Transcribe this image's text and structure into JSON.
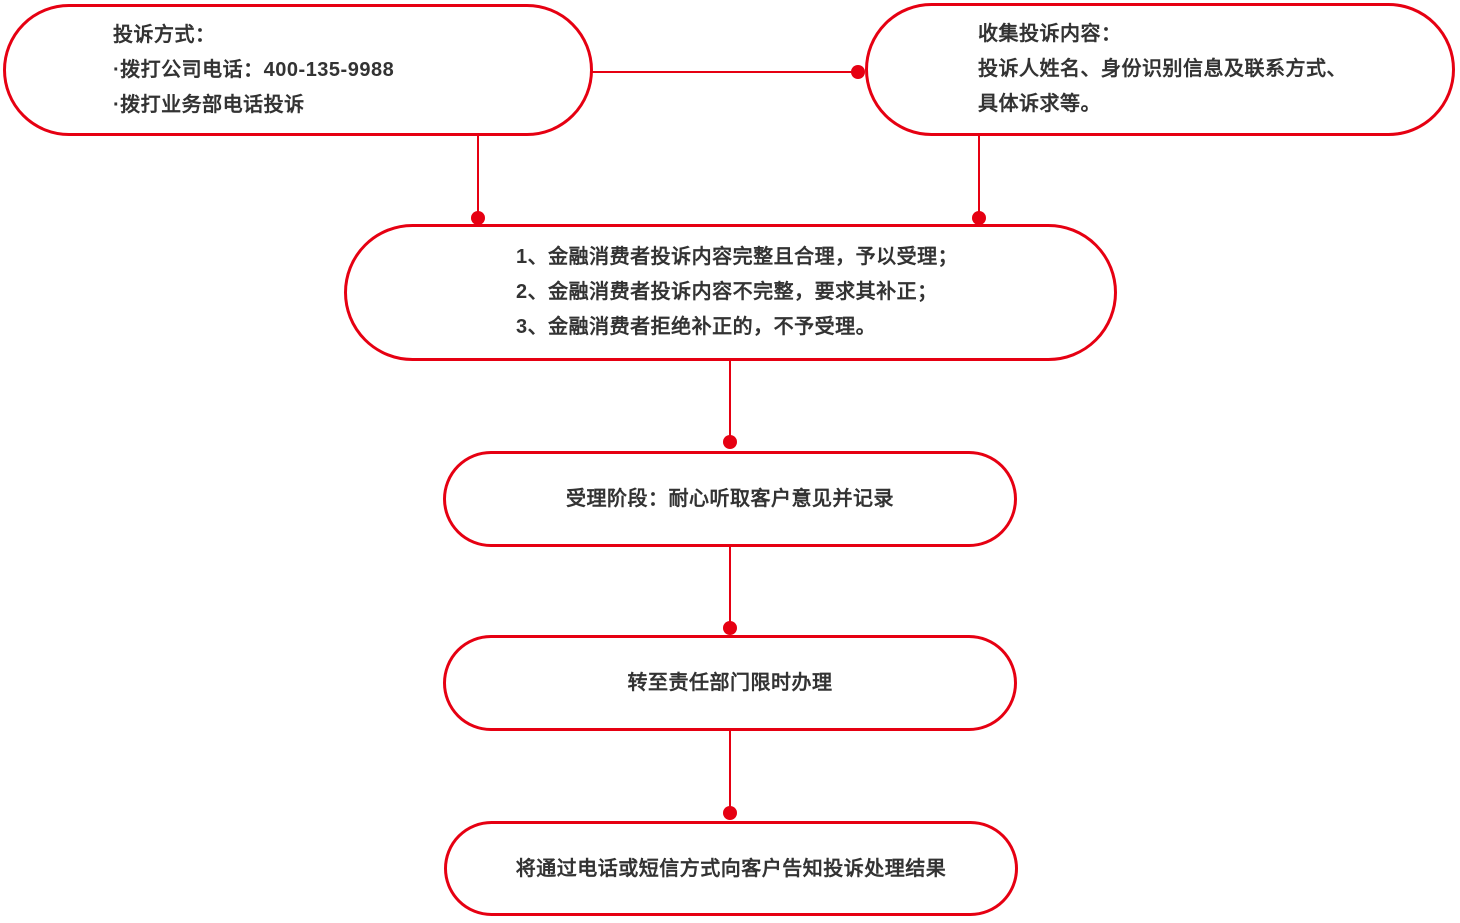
{
  "colors": {
    "accent_red": "#e60012",
    "text": "#333333",
    "background": "#ffffff"
  },
  "flowchart": {
    "nodes": {
      "complaint_methods": {
        "lines": [
          "投诉方式：",
          "·拨打公司电话：400-135-9988",
          "·拨打业务部电话投诉"
        ]
      },
      "collect_content": {
        "lines": [
          "收集投诉内容：",
          "投诉人姓名、身份识别信息及联系方式、",
          "具体诉求等。"
        ]
      },
      "acceptance_rules": {
        "lines": [
          "1、金融消费者投诉内容完整且合理，予以受理；",
          "2、金融消费者投诉内容不完整，要求其补正；",
          "3、金融消费者拒绝补正的，不予受理。"
        ]
      },
      "acceptance_stage": {
        "label": "受理阶段：耐心听取客户意见并记录"
      },
      "transfer_department": {
        "label": "转至责任部门限时办理"
      },
      "notify_result": {
        "label": "将通过电话或短信方式向客户告知投诉处理结果"
      }
    }
  }
}
